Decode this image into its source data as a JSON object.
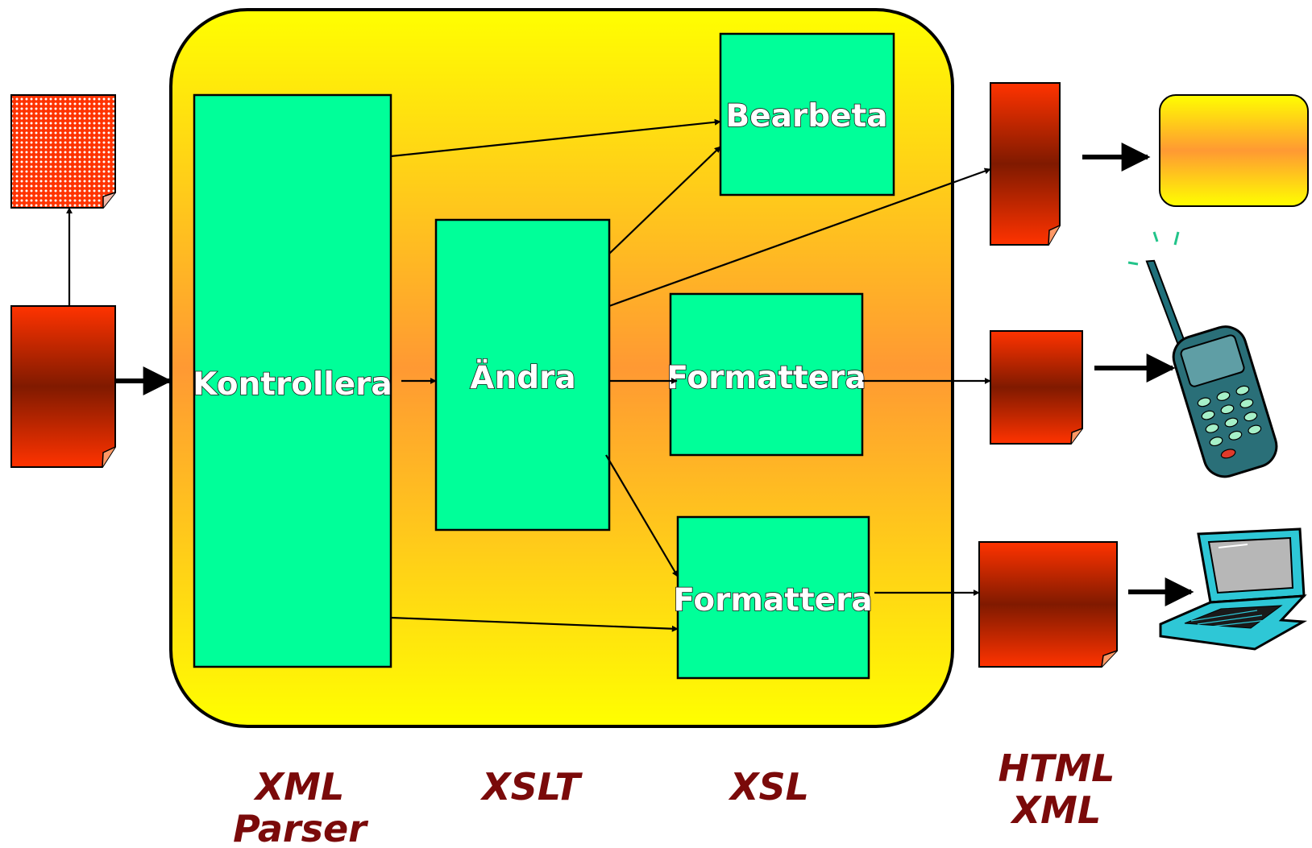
{
  "processes": {
    "kontrollera": "Kontrollera",
    "andra": "Ändra",
    "bearbeta": "Bearbeta",
    "formattera_1": "Formattera",
    "formattera_2": "Formattera"
  },
  "captions": {
    "xml_parser_line1": "XML",
    "xml_parser_line2": "Parser",
    "xslt": "XSLT",
    "xsl": "XSL",
    "output_line1": "HTML",
    "output_line2": "XML"
  },
  "icons": {
    "input_document": "document-icon",
    "dtd_document": "dotted-document-icon",
    "screen": "display-screen-icon",
    "phone": "mobile-phone-icon",
    "laptop": "laptop-icon"
  },
  "colors": {
    "process_box": "#00ff99",
    "container_outer": "#ffff00",
    "container_mid": "#ff9933",
    "caption": "#7a0a0a",
    "document_edge": "#ff3300",
    "document_mid": "#801a00"
  }
}
